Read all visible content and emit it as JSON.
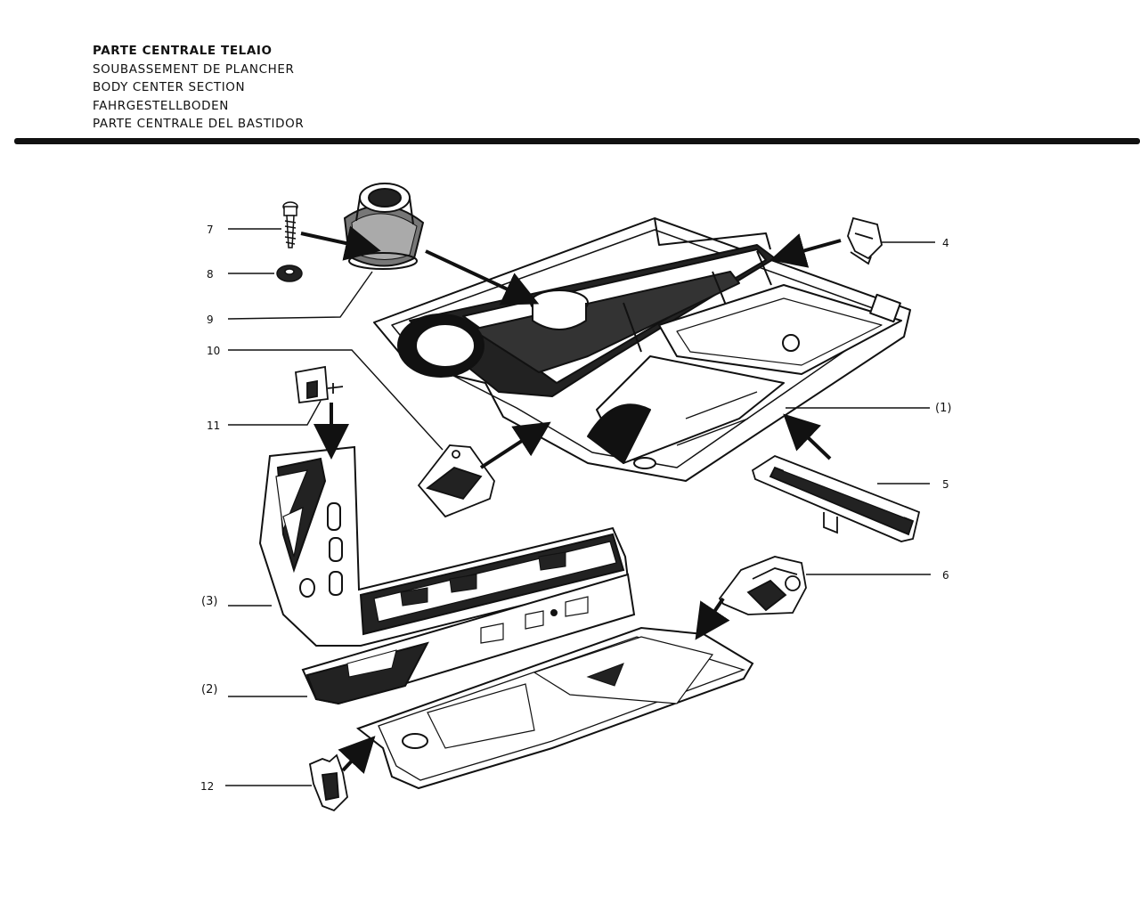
{
  "header": {
    "titles": [
      "PARTE CENTRALE TELAIO",
      "SOUBASSEMENT DE PLANCHER",
      "BODY CENTER SECTION",
      "FAHRGESTELLBODEN",
      "PARTE CENTRALE DEL BASTIDOR"
    ]
  },
  "callouts": {
    "c7": "7",
    "c8": "8",
    "c9": "9",
    "c10": "10",
    "c11": "11",
    "c4": "4",
    "c1": "(1)",
    "c5": "5",
    "c6": "6",
    "c3": "(3)",
    "c2": "(2)",
    "c12": "12"
  }
}
